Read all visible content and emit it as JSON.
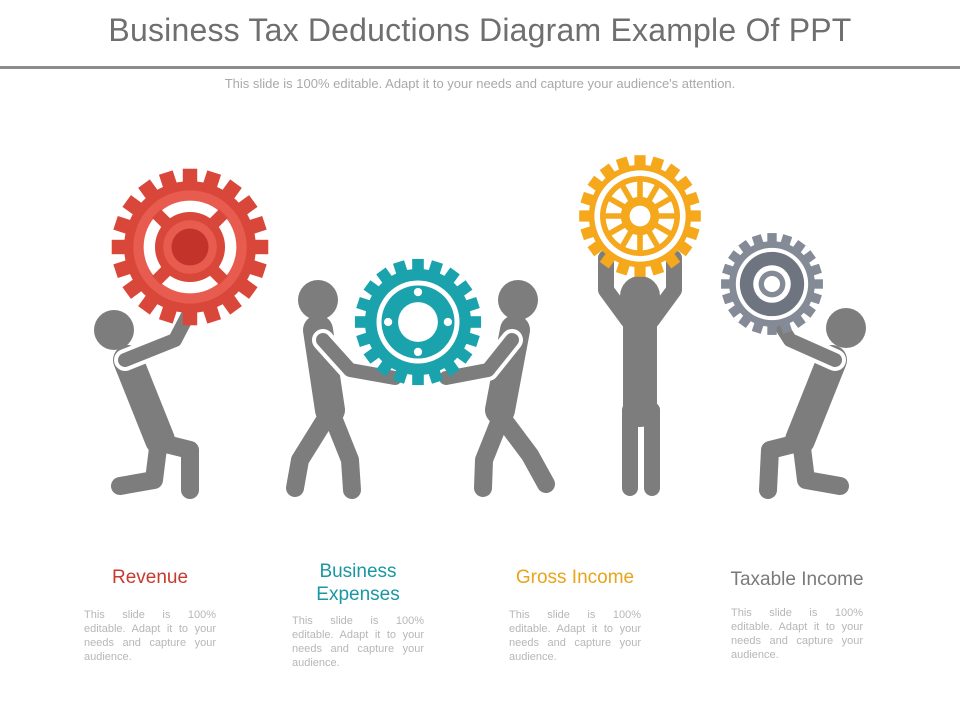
{
  "title": "Business Tax Deductions Diagram Example Of PPT",
  "subtitle": "This slide is 100% editable. Adapt it to your needs and capture your audience's attention.",
  "colors": {
    "figure": "#7d7d7d",
    "red": "#d9473b",
    "teal": "#1aa3ad",
    "orange": "#f5a81c",
    "gray_gear": "#858b96"
  },
  "items": [
    {
      "label": "Revenue",
      "color": "#c8392e",
      "desc": "This slide is 100% editable. Adapt it to your needs and capture your audience."
    },
    {
      "label_line1": "Business",
      "label_line2": "Expenses",
      "color": "#1a98a2",
      "desc": "This slide is 100% editable. Adapt it to your needs and capture your audience."
    },
    {
      "label": "Gross Income",
      "color": "#e9a41b",
      "desc": "This slide is 100% editable. Adapt it to your needs and capture your audience."
    },
    {
      "label": "Taxable Income",
      "color": "#7a7a7a",
      "desc": "This slide is 100% editable. Adapt it to your needs and capture your audience."
    }
  ]
}
